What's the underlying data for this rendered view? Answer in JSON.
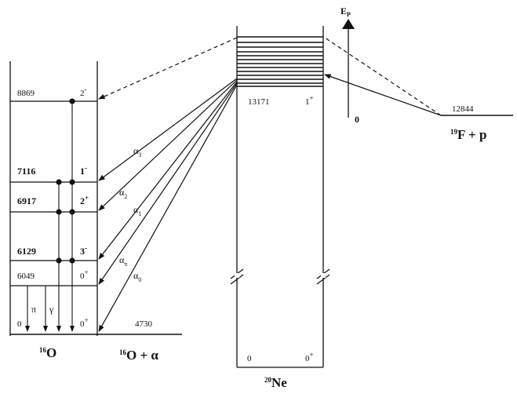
{
  "o16": {
    "levels": [
      {
        "energy": "8869",
        "spin": "2",
        "parity": "-",
        "bold": false
      },
      {
        "energy": "7116",
        "spin": "1",
        "parity": "-",
        "bold": true
      },
      {
        "energy": "6917",
        "spin": "2",
        "parity": "+",
        "bold": true
      },
      {
        "energy": "6129",
        "spin": "3",
        "parity": "-",
        "bold": true
      },
      {
        "energy": "6049",
        "spin": "0",
        "parity": "+",
        "bold": false
      },
      {
        "energy": "0",
        "spin": "0",
        "parity": "+",
        "bold": false
      }
    ],
    "pi_label": "π",
    "gamma_label": "γ",
    "nucleus_mass": "16",
    "nucleus_symbol": "O"
  },
  "o16_alpha": {
    "threshold": "4730",
    "label_mass": "16",
    "label_text": "O + α"
  },
  "ne20": {
    "level_energy": "13171",
    "level_spin": "1",
    "level_parity": "+",
    "ground_energy": "0",
    "ground_spin": "0",
    "ground_parity": "+",
    "nucleus_mass": "20",
    "nucleus_symbol": "Ne"
  },
  "f19p": {
    "threshold": "12844",
    "zero": "0",
    "ep_label": "E",
    "ep_sub": "P",
    "label_mass": "19",
    "label_text": "F + p"
  },
  "decays": [
    {
      "letter": "α",
      "sub": "3"
    },
    {
      "letter": "α",
      "sub": "2"
    },
    {
      "letter": "α",
      "sub": "1"
    },
    {
      "letter": "α",
      "sub": "π"
    },
    {
      "letter": "α",
      "sub": "0"
    }
  ]
}
